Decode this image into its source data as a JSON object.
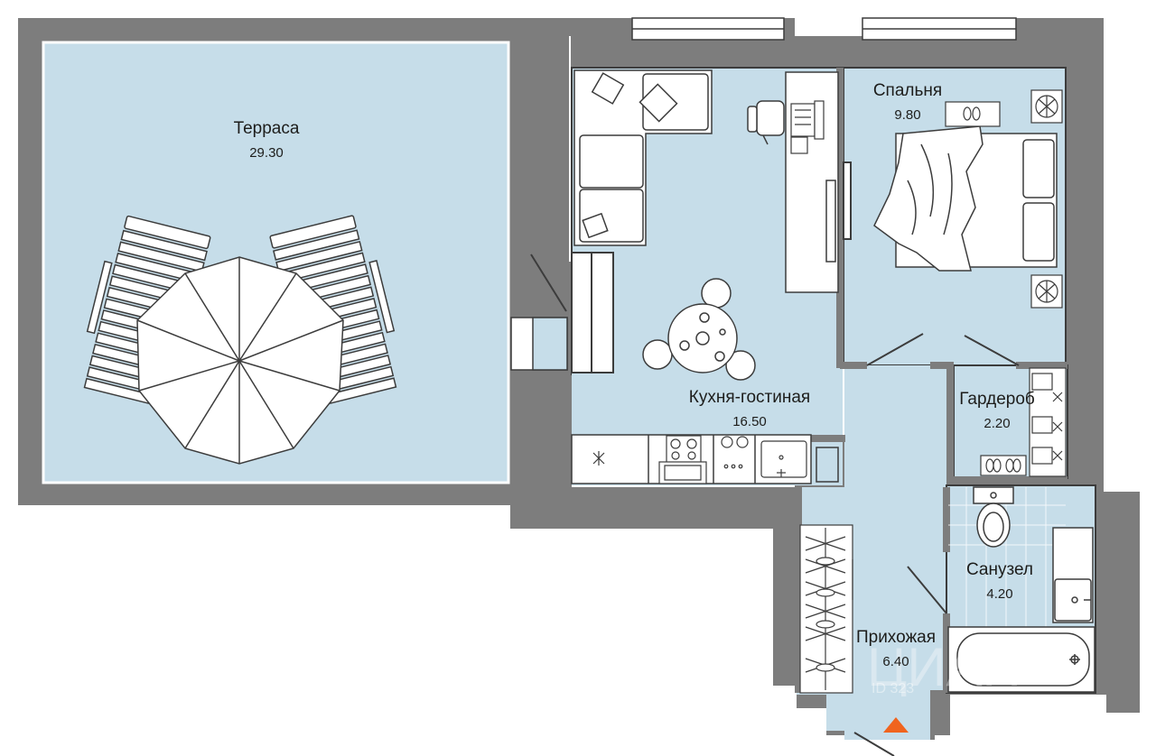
{
  "colors": {
    "wall": "#7d7d7d",
    "room_fill": "#c6dde9",
    "line": "#3c3c3c",
    "furniture": "#ffffff",
    "entrance_marker": "#f0641e",
    "tile_grid": "#ffffff"
  },
  "rooms": {
    "terrace": {
      "name": "Терраса",
      "area": "29.30"
    },
    "kitchen": {
      "name": "Кухня-гостиная",
      "area": "16.50"
    },
    "bedroom": {
      "name": "Спальня",
      "area": "9.80"
    },
    "wardrobe": {
      "name": "Гардероб",
      "area": "2.20"
    },
    "bathroom": {
      "name": "Санузел",
      "area": "4.20"
    },
    "hallway": {
      "name": "Прихожая",
      "area": "6.40"
    }
  },
  "watermark": {
    "text": "ЦИАН",
    "id_text": "ID 323"
  },
  "icons": [
    "umbrella-icon",
    "sun-lounger-icon",
    "sofa-icon",
    "desk-icon",
    "laptop-icon",
    "chair-icon",
    "dining-table-icon",
    "stove-icon",
    "sink-icon",
    "bed-icon",
    "air-conditioner-icon",
    "slippers-icon",
    "toilet-icon",
    "bathtub-icon",
    "washbasin-icon",
    "coat-rack-icon",
    "entrance-arrow-icon"
  ]
}
